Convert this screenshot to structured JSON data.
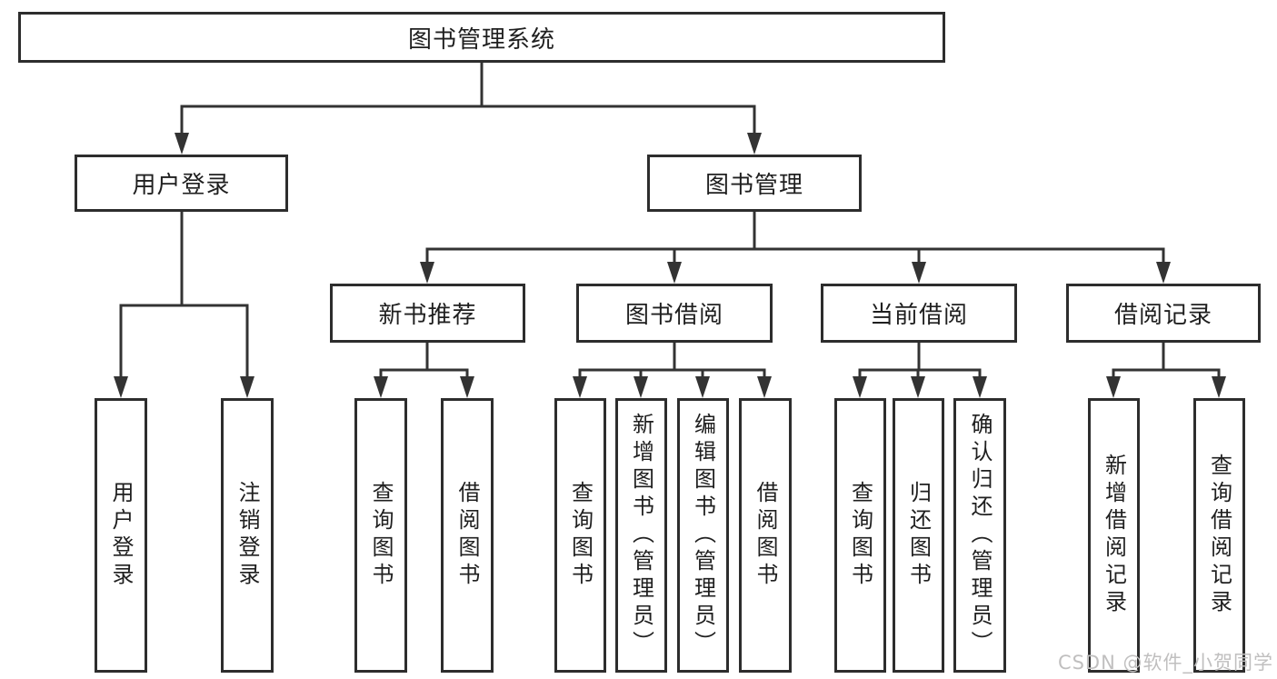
{
  "colors": {
    "line": "#333333",
    "border": "#2d2d2d",
    "text": "#1f1f1f",
    "watermark": "#c0bfbf",
    "background": "#ffffff"
  },
  "tree": {
    "root": {
      "label": "图书管理系统",
      "children": [
        {
          "label": "用户登录",
          "children": [
            {
              "label": "用户登录"
            },
            {
              "label": "注销登录"
            }
          ]
        },
        {
          "label": "图书管理",
          "children": [
            {
              "label": "新书推荐",
              "children": [
                {
                  "label": "查询图书"
                },
                {
                  "label": "借阅图书"
                }
              ]
            },
            {
              "label": "图书借阅",
              "children": [
                {
                  "label": "查询图书"
                },
                {
                  "label": "新增图书（管理员）"
                },
                {
                  "label": "编辑图书（管理员）"
                },
                {
                  "label": "借阅图书"
                }
              ]
            },
            {
              "label": "当前借阅",
              "children": [
                {
                  "label": "查询图书"
                },
                {
                  "label": "归还图书"
                },
                {
                  "label": "确认归还（管理员）"
                }
              ]
            },
            {
              "label": "借阅记录",
              "children": [
                {
                  "label": "新增借阅记录"
                },
                {
                  "label": "查询借阅记录"
                }
              ]
            }
          ]
        }
      ]
    }
  },
  "watermark": {
    "text": "CSDN @软件_小贺同学"
  }
}
